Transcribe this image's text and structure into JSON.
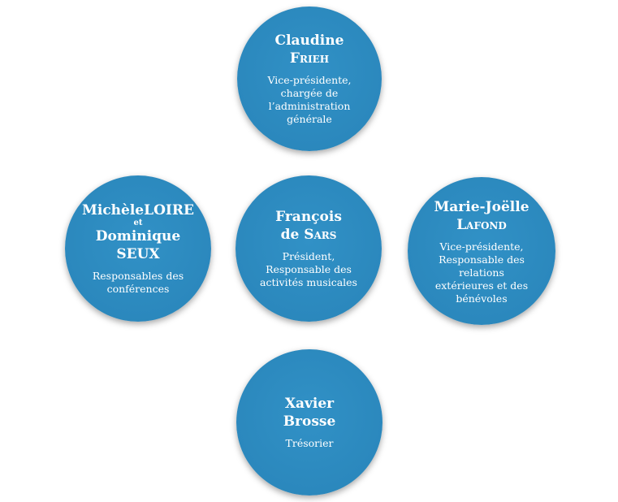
{
  "colors": {
    "circle": "#2e8bc0",
    "text": "#ffffff"
  },
  "members": {
    "top": {
      "first": "Claudine",
      "last": "Frieh",
      "role": [
        "Vice-présidente,",
        "chargée de",
        "l’administration",
        "générale"
      ]
    },
    "left": {
      "line1": "MichèleLOIRE",
      "et": "et",
      "line2": "Dominique SEUX",
      "role": [
        "Responsables des",
        "conférences"
      ]
    },
    "center": {
      "first": "François",
      "de": "de ",
      "last": "Sars",
      "role": [
        "Président,",
        "Responsable des",
        "activités musicales"
      ]
    },
    "right": {
      "first": "Marie-Joëlle",
      "last": "Lafond",
      "role": [
        "Vice-présidente,",
        "Responsable des",
        "relations",
        "extérieures et des",
        "bénévoles"
      ]
    },
    "bottom": {
      "first": "Xavier",
      "last": "Brosse",
      "role": [
        "Trésorier"
      ]
    }
  }
}
